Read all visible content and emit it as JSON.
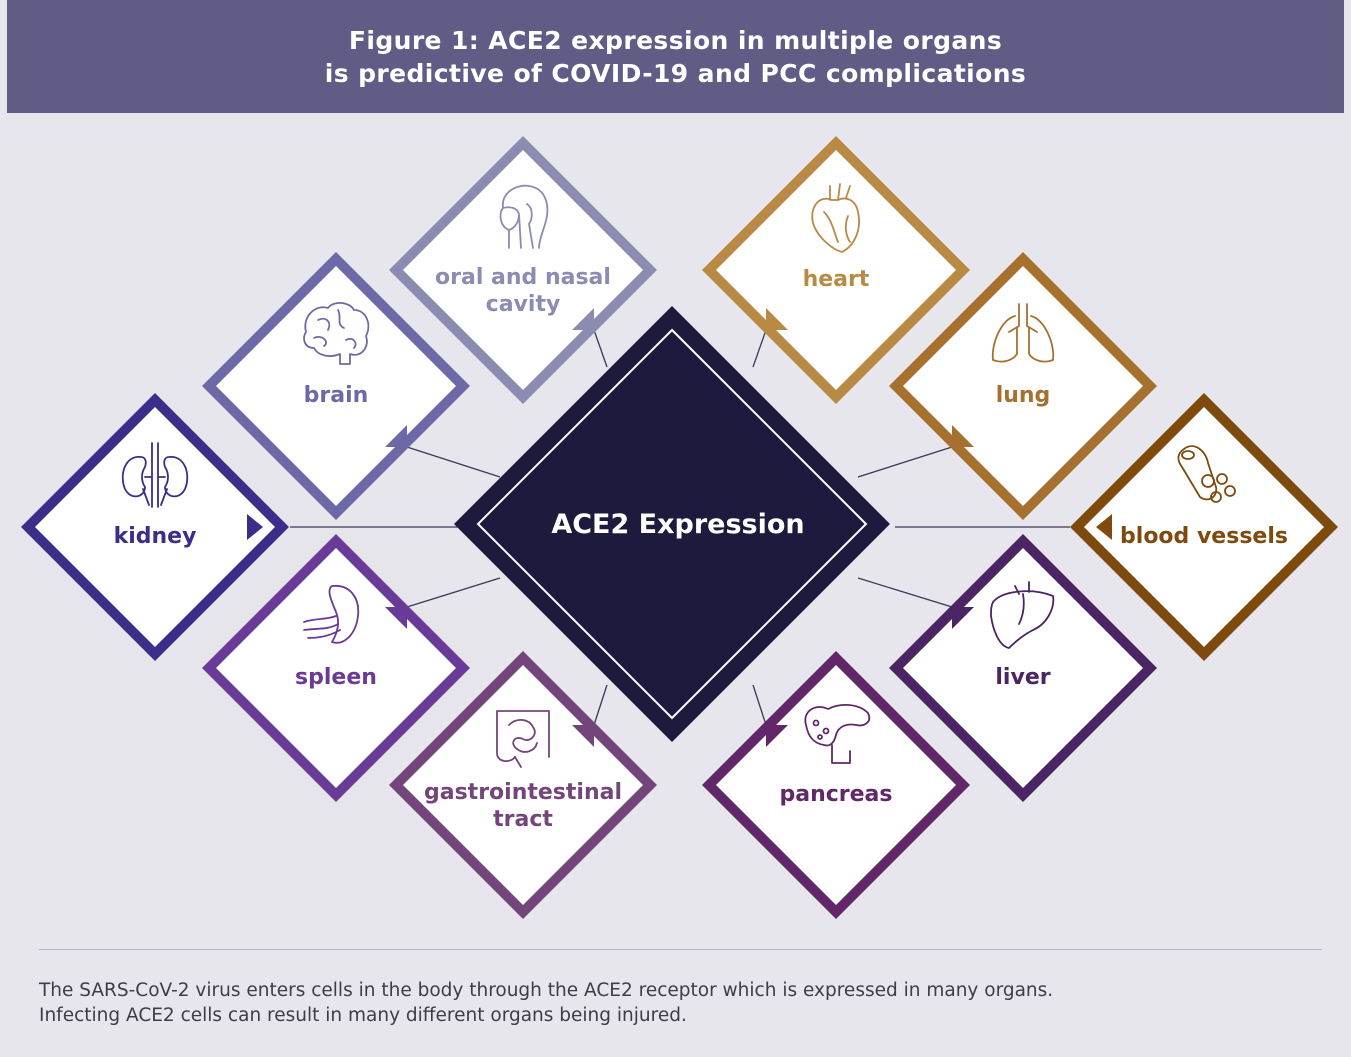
{
  "header": {
    "title_line1": "Figure 1: ACE2 expression in multiple organs",
    "title_line2": "is predictive of COVID-19 and PCC complications"
  },
  "center": {
    "label": "ACE2 Expression",
    "color": "#1d1b3d"
  },
  "organs": [
    {
      "id": "oral-nasal",
      "icon": "head-profile-icon",
      "label_lines": [
        "oral and nasal",
        "cavity"
      ],
      "color": "#8c8bb2"
    },
    {
      "id": "heart",
      "icon": "heart-icon",
      "label_lines": [
        "heart"
      ],
      "color": "#b88a43"
    },
    {
      "id": "brain",
      "icon": "brain-icon",
      "label_lines": [
        "brain"
      ],
      "color": "#6d69a6"
    },
    {
      "id": "lung",
      "icon": "lungs-icon",
      "label_lines": [
        "lung"
      ],
      "color": "#a6712f"
    },
    {
      "id": "kidney",
      "icon": "kidneys-icon",
      "label_lines": [
        "kidney"
      ],
      "color": "#3b2e8a"
    },
    {
      "id": "blood-vessels",
      "icon": "blood-vessel-icon",
      "label_lines": [
        "blood vessels"
      ],
      "color": "#7f4a0d"
    },
    {
      "id": "spleen",
      "icon": "spleen-icon",
      "label_lines": [
        "spleen"
      ],
      "color": "#6a3a98"
    },
    {
      "id": "liver",
      "icon": "liver-icon",
      "label_lines": [
        "liver"
      ],
      "color": "#4a2463"
    },
    {
      "id": "gastrointestinal",
      "icon": "intestines-icon",
      "label_lines": [
        "gastrointestinal",
        "tract"
      ],
      "color": "#74457a"
    },
    {
      "id": "pancreas",
      "icon": "pancreas-icon",
      "label_lines": [
        "pancreas"
      ],
      "color": "#612768"
    }
  ],
  "caption": {
    "line1": "The SARS-CoV-2 virus enters cells in the body through the ACE2 receptor which is expressed in many organs.",
    "line2": "Infecting ACE2 cells can result in many different organs being injured."
  }
}
